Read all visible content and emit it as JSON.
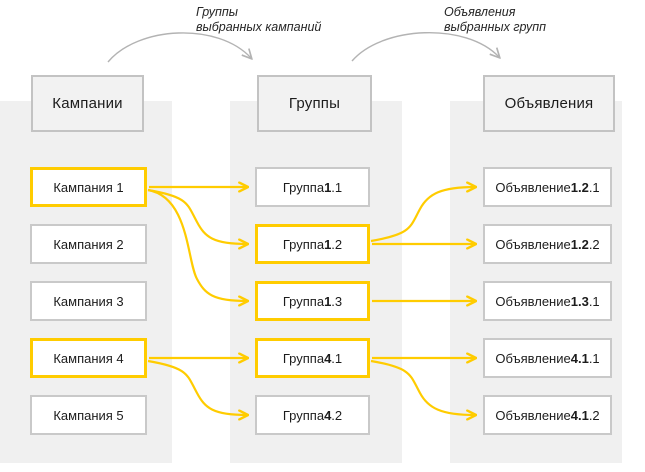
{
  "diagram": {
    "annotations": [
      {
        "line1": "Группы",
        "line2": "выбранных кампаний"
      },
      {
        "line1": "Объявления",
        "line2": "выбранных групп"
      }
    ],
    "columns": [
      {
        "id": "campaigns",
        "header": "Кампании",
        "nodes": [
          {
            "id": "c1",
            "parts": [
              {
                "text": "Кампания 1",
                "bold": false
              }
            ],
            "highlighted": true
          },
          {
            "id": "c2",
            "parts": [
              {
                "text": "Кампания 2",
                "bold": false
              }
            ],
            "highlighted": false
          },
          {
            "id": "c3",
            "parts": [
              {
                "text": "Кампания 3",
                "bold": false
              }
            ],
            "highlighted": false
          },
          {
            "id": "c4",
            "parts": [
              {
                "text": "Кампания 4",
                "bold": false
              }
            ],
            "highlighted": true
          },
          {
            "id": "c5",
            "parts": [
              {
                "text": "Кампания 5",
                "bold": false
              }
            ],
            "highlighted": false
          }
        ]
      },
      {
        "id": "groups",
        "header": "Группы",
        "nodes": [
          {
            "id": "g1-1",
            "parts": [
              {
                "text": "Группа ",
                "bold": false
              },
              {
                "text": "1",
                "bold": true
              },
              {
                "text": ".1",
                "bold": false
              }
            ],
            "highlighted": false
          },
          {
            "id": "g1-2",
            "parts": [
              {
                "text": "Группа ",
                "bold": false
              },
              {
                "text": "1",
                "bold": true
              },
              {
                "text": ".2",
                "bold": false
              }
            ],
            "highlighted": true
          },
          {
            "id": "g1-3",
            "parts": [
              {
                "text": "Группа ",
                "bold": false
              },
              {
                "text": "1",
                "bold": true
              },
              {
                "text": ".3",
                "bold": false
              }
            ],
            "highlighted": true
          },
          {
            "id": "g4-1",
            "parts": [
              {
                "text": "Группа ",
                "bold": false
              },
              {
                "text": "4",
                "bold": true
              },
              {
                "text": ".1",
                "bold": false
              }
            ],
            "highlighted": true
          },
          {
            "id": "g4-2",
            "parts": [
              {
                "text": "Группа ",
                "bold": false
              },
              {
                "text": "4",
                "bold": true
              },
              {
                "text": ".2",
                "bold": false
              }
            ],
            "highlighted": false
          }
        ]
      },
      {
        "id": "ads",
        "header": "Объявления",
        "nodes": [
          {
            "id": "a1-2-1",
            "parts": [
              {
                "text": "Объявление ",
                "bold": false
              },
              {
                "text": "1.2",
                "bold": true
              },
              {
                "text": ".1",
                "bold": false
              }
            ],
            "highlighted": false
          },
          {
            "id": "a1-2-2",
            "parts": [
              {
                "text": "Объявление ",
                "bold": false
              },
              {
                "text": "1.2",
                "bold": true
              },
              {
                "text": ".2",
                "bold": false
              }
            ],
            "highlighted": false
          },
          {
            "id": "a1-3-1",
            "parts": [
              {
                "text": "Объявление ",
                "bold": false
              },
              {
                "text": "1.3",
                "bold": true
              },
              {
                "text": ".1",
                "bold": false
              }
            ],
            "highlighted": false
          },
          {
            "id": "a4-1-1",
            "parts": [
              {
                "text": "Объявление ",
                "bold": false
              },
              {
                "text": "4.1",
                "bold": true
              },
              {
                "text": ".1",
                "bold": false
              }
            ],
            "highlighted": false
          },
          {
            "id": "a4-1-2",
            "parts": [
              {
                "text": "Объявление ",
                "bold": false
              },
              {
                "text": "4.1",
                "bold": true
              },
              {
                "text": ".2",
                "bold": false
              }
            ],
            "highlighted": false
          }
        ]
      }
    ],
    "connections": [
      {
        "from": "c1",
        "to": "g1-1"
      },
      {
        "from": "c1",
        "to": "g1-2"
      },
      {
        "from": "c1",
        "to": "g1-3"
      },
      {
        "from": "c4",
        "to": "g4-1"
      },
      {
        "from": "c4",
        "to": "g4-2"
      },
      {
        "from": "g1-2",
        "to": "a1-2-1"
      },
      {
        "from": "g1-2",
        "to": "a1-2-2"
      },
      {
        "from": "g1-3",
        "to": "a1-3-1"
      },
      {
        "from": "g4-1",
        "to": "a4-1-1"
      },
      {
        "from": "g4-1",
        "to": "a4-1-2"
      }
    ],
    "colors": {
      "highlight": "#ffcc00",
      "box_border": "#c9c9c9",
      "header_fill": "#f2f2f2",
      "band": "#f0f0f0",
      "annotation_arrow": "#b3b3b3",
      "text": "#1c1c1c"
    }
  }
}
